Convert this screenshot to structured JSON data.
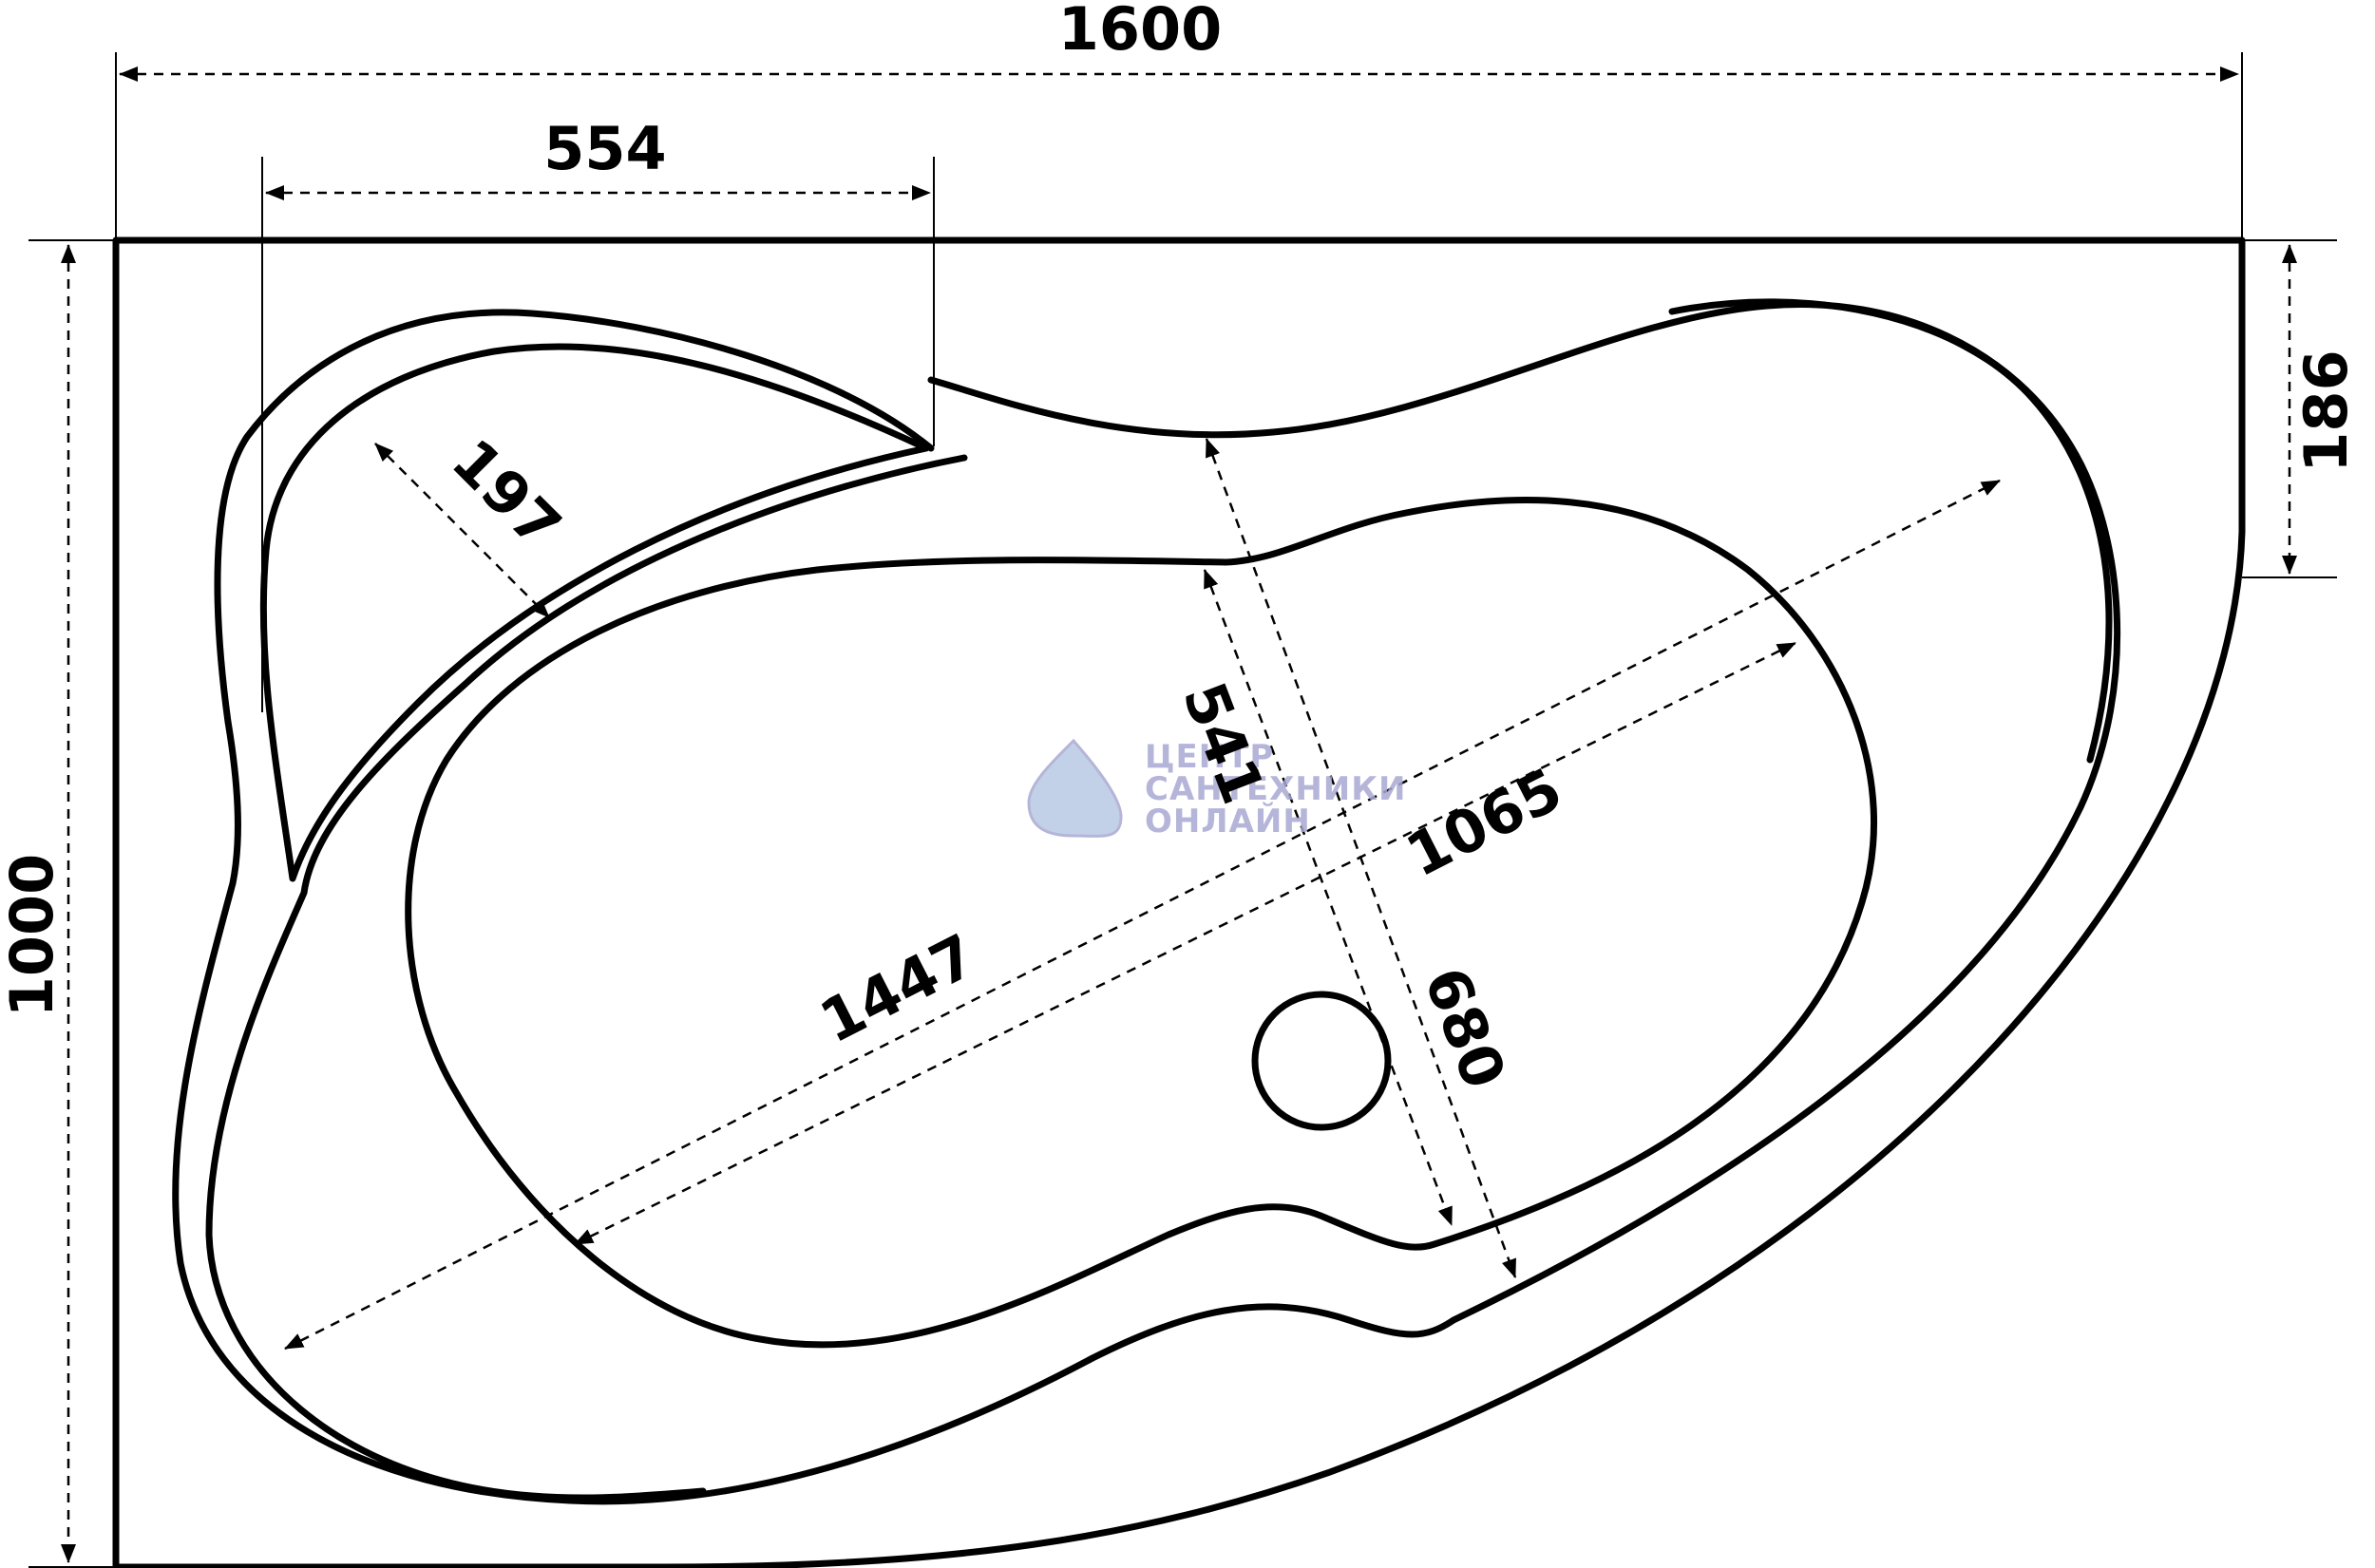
{
  "dimensions": {
    "total_width": "1600",
    "seat_width": "554",
    "total_height": "1000",
    "corner_offset": "186",
    "seat_depth": "197",
    "inner_length": "1447",
    "bowl_length": "1065",
    "bowl_width": "541",
    "outer_width": "680"
  },
  "watermark": {
    "line1": "ЦЕНТР",
    "line2": "САНТЕХНИКИ",
    "line3": "ОНЛАЙН"
  },
  "colors": {
    "lines": "#000000",
    "watermark": "#a9a9d3",
    "background": "#ffffff"
  }
}
